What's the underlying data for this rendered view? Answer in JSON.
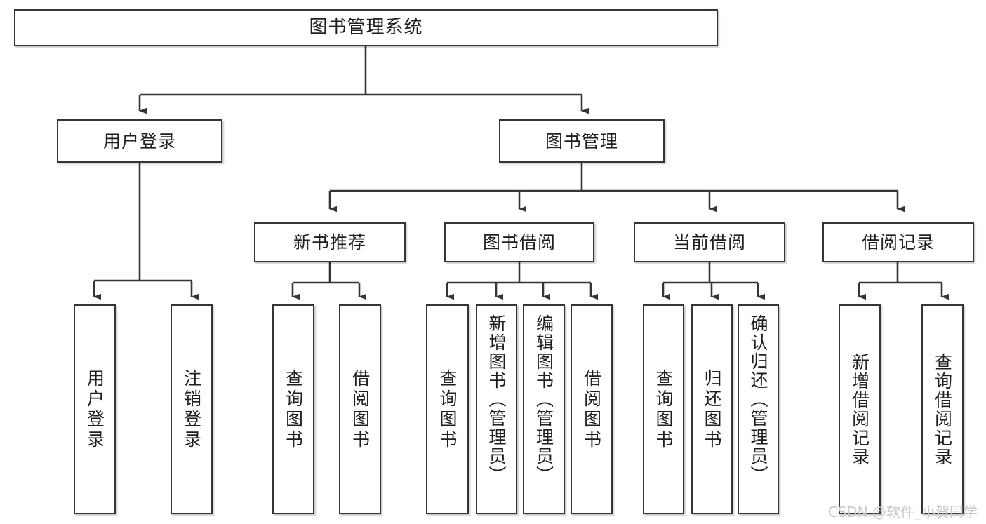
{
  "diagram": {
    "type": "tree",
    "title": "图书管理系统",
    "root": {
      "label": "图书管理系统"
    },
    "level2": [
      {
        "label": "用户登录"
      },
      {
        "label": "图书管理"
      }
    ],
    "level3": [
      {
        "label": "新书推荐"
      },
      {
        "label": "图书借阅"
      },
      {
        "label": "当前借阅"
      },
      {
        "label": "借阅记录"
      }
    ],
    "leaves": {
      "user_login": [
        {
          "label": "用户登录"
        },
        {
          "label": "注销登录"
        }
      ],
      "new_book_recommend": [
        {
          "label": "查询图书"
        },
        {
          "label": "借阅图书"
        }
      ],
      "book_borrow": [
        {
          "label": "查询图书"
        },
        {
          "label": "新增图书（管理员）"
        },
        {
          "label": "编辑图书（管理员）"
        },
        {
          "label": "借阅图书"
        }
      ],
      "current_borrow": [
        {
          "label": "查询图书"
        },
        {
          "label": "归还图书"
        },
        {
          "label": "确认归还（管理员）"
        }
      ],
      "borrow_record": [
        {
          "label": "新增借阅记录"
        },
        {
          "label": "查询借阅记录"
        }
      ]
    }
  },
  "watermark": {
    "text": "CSDN @软件_小贺同学"
  },
  "colors": {
    "box_border": "#32353a",
    "box_fill": "#ffffff",
    "line": "#32353a",
    "text": "#1d1f22",
    "watermark": "#c9c9c9"
  }
}
